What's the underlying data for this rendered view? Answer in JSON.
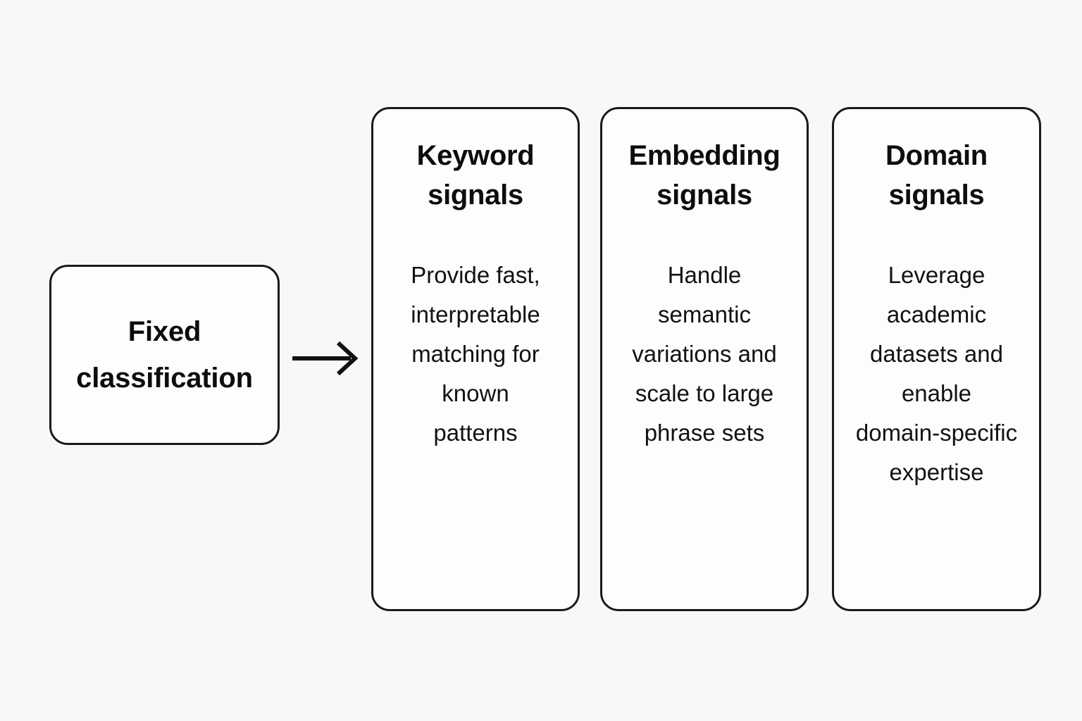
{
  "diagram": {
    "background_color": "#f8f8f8",
    "stroke_color": "#1a1a1a",
    "text_color": "#0d0d0d",
    "source": {
      "label": "Fixed\nclassification"
    },
    "connector": {
      "icon": "arrow-right-icon",
      "from": "Fixed classification",
      "to": "Keyword signals"
    },
    "cards": [
      {
        "title": "Keyword\nsignals",
        "body": "Provide fast,\ninterpretable\nmatching for\nknown\npatterns"
      },
      {
        "title": "Embedding\nsignals",
        "body": "Handle\nsemantic\nvariations and\nscale to large\nphrase sets"
      },
      {
        "title": "Domain\nsignals",
        "body": "Leverage\nacademic\ndatasets and\nenable\ndomain-specific\nexpertise"
      }
    ]
  }
}
